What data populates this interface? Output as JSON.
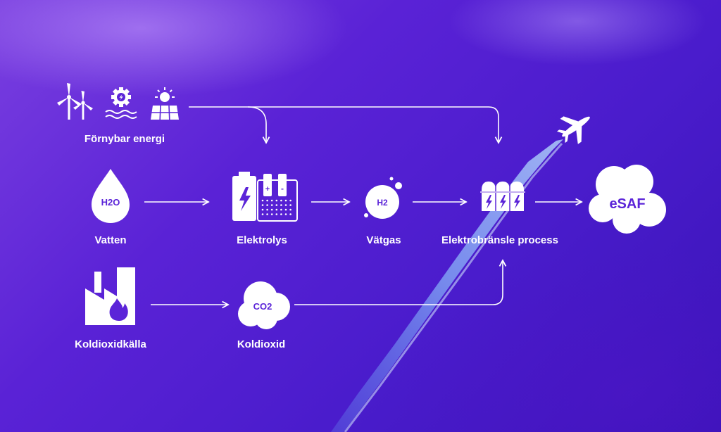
{
  "nodes": {
    "renewable_energy": {
      "label": "Förnybar energi"
    },
    "water": {
      "label": "Vatten",
      "formula": "H2O"
    },
    "electrolysis": {
      "label": "Elektrolys",
      "plus": "+",
      "minus": "-"
    },
    "hydrogen": {
      "label": "Vätgas",
      "formula": "H2"
    },
    "efuel_process": {
      "label": "Elektrobränsle process"
    },
    "esaf": {
      "label": "eSAF"
    },
    "co2_source": {
      "label": "Koldioxidkälla"
    },
    "co2": {
      "label": "Koldioxid",
      "formula": "CO2"
    }
  },
  "colors": {
    "foreground": "#ffffff",
    "accent": "#5b24d8",
    "background_top": "#7a3fe0",
    "background_bottom": "#3a14b8"
  },
  "icons": {
    "renewable_energy": [
      "wind-turbine-icon",
      "gear-waves-icon",
      "solar-panel-icon"
    ],
    "water": "water-drop-icon",
    "electrolysis": "battery-electrolyzer-icon",
    "hydrogen": "hydrogen-molecule-icon",
    "efuel_process": "tanks-icon",
    "esaf": "cloud-icon",
    "co2_source": "factory-flame-icon",
    "co2": "co2-cloud-icon",
    "airplane": "airplane-icon"
  }
}
